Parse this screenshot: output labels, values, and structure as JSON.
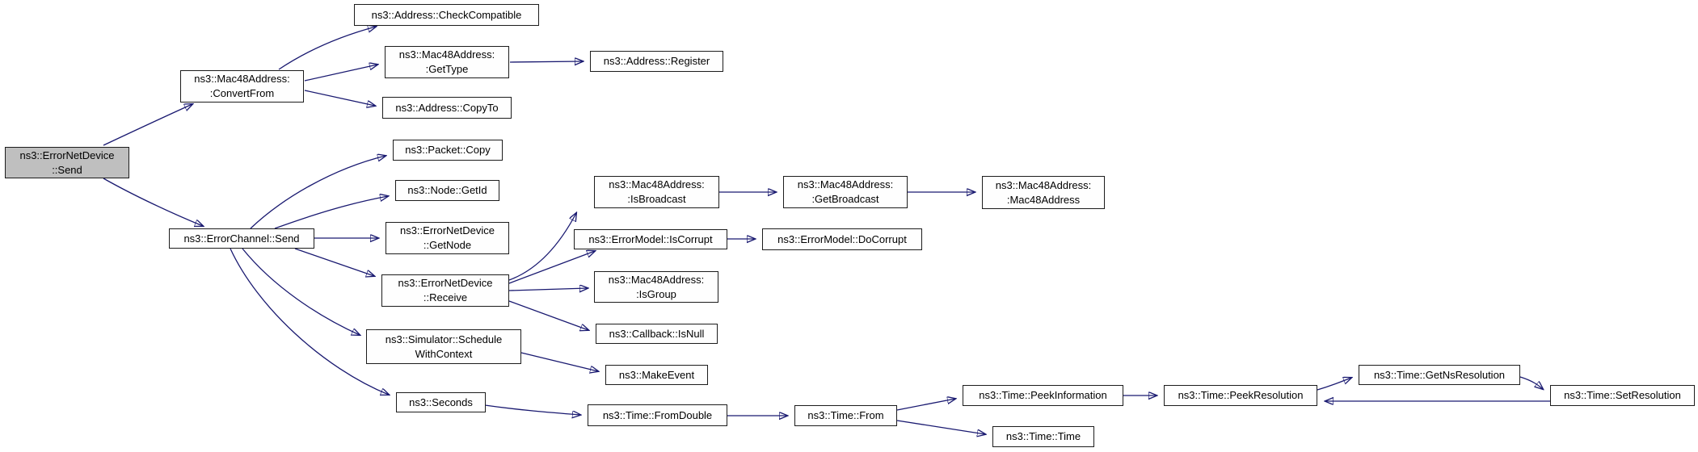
{
  "diagram": {
    "kind": "call-graph",
    "root_function": "ns3::ErrorNetDevice::Send",
    "colors": {
      "edge": "#191970",
      "node_fill": "#fefefe",
      "node_border": "#1c1c1c",
      "root_fill": "#bfbfbf",
      "background": "#ffffff",
      "text": "#000000"
    }
  },
  "nodes": [
    {
      "id": "send",
      "label": "ns3::ErrorNetDevice\n::Send",
      "root": true
    },
    {
      "id": "convert_from",
      "label": "ns3::Mac48Address:\n:ConvertFrom"
    },
    {
      "id": "check_compatible",
      "label": "ns3::Address::CheckCompatible"
    },
    {
      "id": "get_type",
      "label": "ns3::Mac48Address:\n:GetType"
    },
    {
      "id": "register",
      "label": "ns3::Address::Register"
    },
    {
      "id": "copy_to",
      "label": "ns3::Address::CopyTo"
    },
    {
      "id": "channel_send",
      "label": "ns3::ErrorChannel::Send"
    },
    {
      "id": "packet_copy",
      "label": "ns3::Packet::Copy"
    },
    {
      "id": "node_get_id",
      "label": "ns3::Node::GetId"
    },
    {
      "id": "get_node",
      "label": "ns3::ErrorNetDevice\n::GetNode"
    },
    {
      "id": "receive",
      "label": "ns3::ErrorNetDevice\n::Receive"
    },
    {
      "id": "is_broadcast",
      "label": "ns3::Mac48Address:\n:IsBroadcast"
    },
    {
      "id": "get_broadcast",
      "label": "ns3::Mac48Address:\n:GetBroadcast"
    },
    {
      "id": "mac48address_ctor",
      "label": "ns3::Mac48Address:\n:Mac48Address"
    },
    {
      "id": "is_corrupt",
      "label": "ns3::ErrorModel::IsCorrupt"
    },
    {
      "id": "do_corrupt",
      "label": "ns3::ErrorModel::DoCorrupt"
    },
    {
      "id": "is_group",
      "label": "ns3::Mac48Address:\n:IsGroup"
    },
    {
      "id": "is_null",
      "label": "ns3::Callback::IsNull"
    },
    {
      "id": "schedule_with_context",
      "label": "ns3::Simulator::Schedule\nWithContext"
    },
    {
      "id": "make_event",
      "label": "ns3::MakeEvent"
    },
    {
      "id": "seconds",
      "label": "ns3::Seconds"
    },
    {
      "id": "from_double",
      "label": "ns3::Time::FromDouble"
    },
    {
      "id": "time_from",
      "label": "ns3::Time::From"
    },
    {
      "id": "peek_information",
      "label": "ns3::Time::PeekInformation"
    },
    {
      "id": "peek_resolution",
      "label": "ns3::Time::PeekResolution"
    },
    {
      "id": "get_ns_resolution",
      "label": "ns3::Time::GetNsResolution"
    },
    {
      "id": "set_resolution",
      "label": "ns3::Time::SetResolution"
    },
    {
      "id": "time_time",
      "label": "ns3::Time::Time"
    }
  ],
  "edges": [
    {
      "from": "send",
      "to": "convert_from"
    },
    {
      "from": "send",
      "to": "channel_send"
    },
    {
      "from": "convert_from",
      "to": "check_compatible"
    },
    {
      "from": "convert_from",
      "to": "get_type"
    },
    {
      "from": "convert_from",
      "to": "copy_to"
    },
    {
      "from": "get_type",
      "to": "register"
    },
    {
      "from": "channel_send",
      "to": "packet_copy"
    },
    {
      "from": "channel_send",
      "to": "node_get_id"
    },
    {
      "from": "channel_send",
      "to": "get_node"
    },
    {
      "from": "channel_send",
      "to": "receive"
    },
    {
      "from": "channel_send",
      "to": "schedule_with_context"
    },
    {
      "from": "channel_send",
      "to": "seconds"
    },
    {
      "from": "receive",
      "to": "is_broadcast"
    },
    {
      "from": "receive",
      "to": "is_corrupt"
    },
    {
      "from": "receive",
      "to": "is_group"
    },
    {
      "from": "receive",
      "to": "is_null"
    },
    {
      "from": "is_broadcast",
      "to": "get_broadcast"
    },
    {
      "from": "get_broadcast",
      "to": "mac48address_ctor"
    },
    {
      "from": "is_corrupt",
      "to": "do_corrupt"
    },
    {
      "from": "schedule_with_context",
      "to": "make_event"
    },
    {
      "from": "seconds",
      "to": "from_double"
    },
    {
      "from": "from_double",
      "to": "time_from"
    },
    {
      "from": "time_from",
      "to": "peek_information"
    },
    {
      "from": "time_from",
      "to": "time_time"
    },
    {
      "from": "peek_information",
      "to": "peek_resolution"
    },
    {
      "from": "peek_resolution",
      "to": "get_ns_resolution"
    },
    {
      "from": "get_ns_resolution",
      "to": "set_resolution"
    },
    {
      "from": "set_resolution",
      "to": "peek_resolution"
    }
  ]
}
